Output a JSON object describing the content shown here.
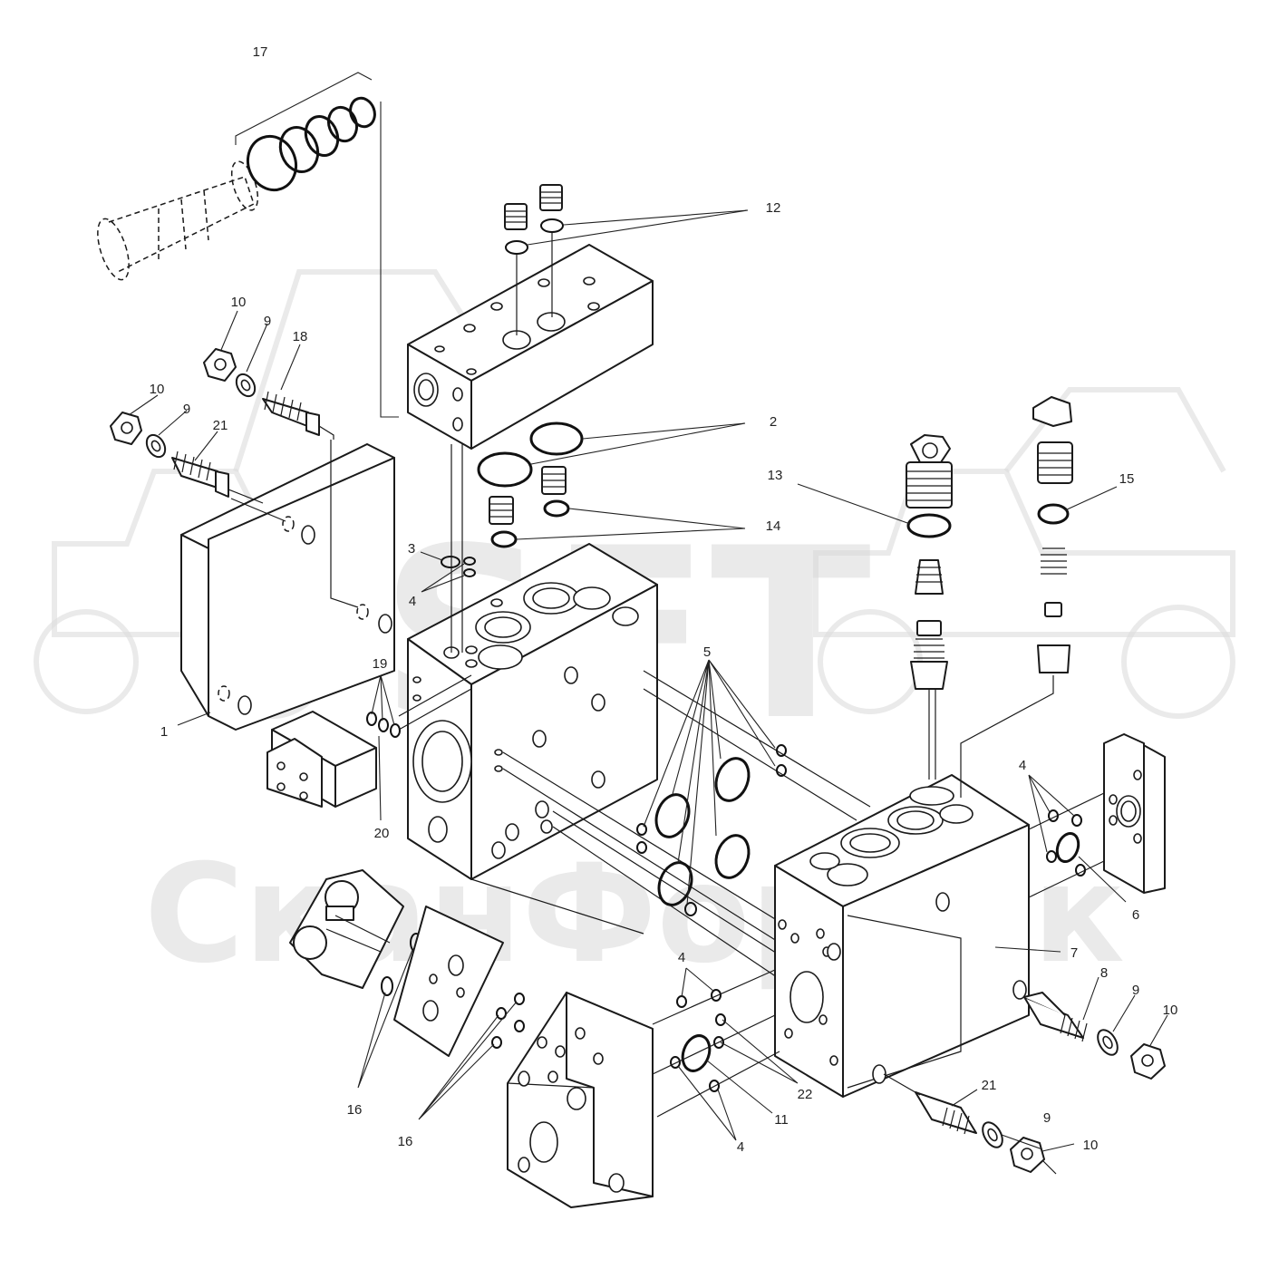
{
  "watermark": {
    "logo_text": "SFT",
    "brand_text": "СканФорТек"
  },
  "callouts": [
    {
      "id": "c17",
      "label": "17"
    },
    {
      "id": "c12",
      "label": "12"
    },
    {
      "id": "c10a",
      "label": "10"
    },
    {
      "id": "c9a",
      "label": "9"
    },
    {
      "id": "c18",
      "label": "18"
    },
    {
      "id": "c10b",
      "label": "10"
    },
    {
      "id": "c9b",
      "label": "9"
    },
    {
      "id": "c21a",
      "label": "21"
    },
    {
      "id": "c2",
      "label": "2"
    },
    {
      "id": "c13",
      "label": "13"
    },
    {
      "id": "c14",
      "label": "14"
    },
    {
      "id": "c15",
      "label": "15"
    },
    {
      "id": "c3",
      "label": "3"
    },
    {
      "id": "c4a",
      "label": "4"
    },
    {
      "id": "c5",
      "label": "5"
    },
    {
      "id": "c19",
      "label": "19"
    },
    {
      "id": "c1",
      "label": "1"
    },
    {
      "id": "c20",
      "label": "20"
    },
    {
      "id": "c4b",
      "label": "4"
    },
    {
      "id": "c6",
      "label": "6"
    },
    {
      "id": "c7",
      "label": "7"
    },
    {
      "id": "c4c",
      "label": "4"
    },
    {
      "id": "c8",
      "label": "8"
    },
    {
      "id": "c9c",
      "label": "9"
    },
    {
      "id": "c10c",
      "label": "10"
    },
    {
      "id": "c22",
      "label": "22"
    },
    {
      "id": "c16a",
      "label": "16"
    },
    {
      "id": "c16b",
      "label": "16"
    },
    {
      "id": "c21b",
      "label": "21"
    },
    {
      "id": "c11",
      "label": "11"
    },
    {
      "id": "c9d",
      "label": "9"
    },
    {
      "id": "c4d",
      "label": "4"
    },
    {
      "id": "c10d",
      "label": "10"
    }
  ]
}
